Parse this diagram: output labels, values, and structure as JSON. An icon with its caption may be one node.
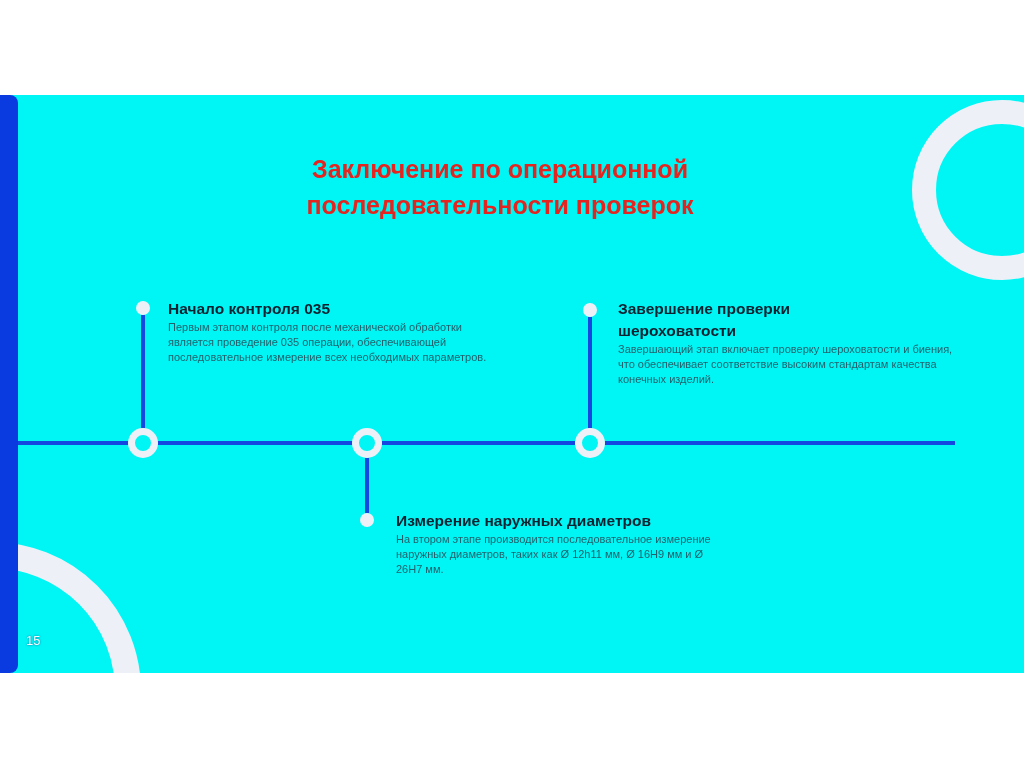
{
  "diagram": {
    "title": "Заключение по операционной последовательности проверок",
    "nodes": [
      {
        "text": [
          "Начало контроля 035",
          "Первым этапом контроля после механической обработки является проведение 035 операции, обеспечивающей последовательное измерение всех необходимых параметров."
        ]
      },
      {
        "text": [
          "Завершение проверки шероховатости",
          "Завершающий этап включает проверку шероховатости и биения, что обеспечивает соответствие высоким стандартам качества конечных изделий."
        ]
      },
      {
        "text": [
          "Измерение наружных диаметров",
          "На втором этапе производится последовательное измерение наружных диаметров, таких как Ø 12h11 мм, Ø 16H9 мм и Ø 26H7 мм."
        ]
      },
      {
        "text": [],
        "shape": "circle"
      },
      {
        "text": [],
        "shape": "circle"
      },
      {
        "text": [],
        "shape": "circle"
      },
      {
        "text": [],
        "shape": "circle"
      },
      {
        "text": [],
        "shape": "circle"
      },
      {
        "text": [],
        "shape": "circle"
      },
      {
        "text": [],
        "shape": "bar"
      }
    ],
    "edges": [
      {
        "from": 9,
        "to": 6,
        "arrow": "none"
      },
      {
        "from": 6,
        "to": 7,
        "arrow": "none"
      },
      {
        "from": 7,
        "to": 8,
        "arrow": "none"
      },
      {
        "from": 8,
        "to": null,
        "arrow": "none"
      },
      {
        "from": 6,
        "to": 3,
        "arrow": "none"
      },
      {
        "from": 7,
        "to": 4,
        "arrow": "none"
      },
      {
        "from": 8,
        "to": 5,
        "arrow": "none"
      }
    ],
    "labels": [
      "15"
    ]
  }
}
